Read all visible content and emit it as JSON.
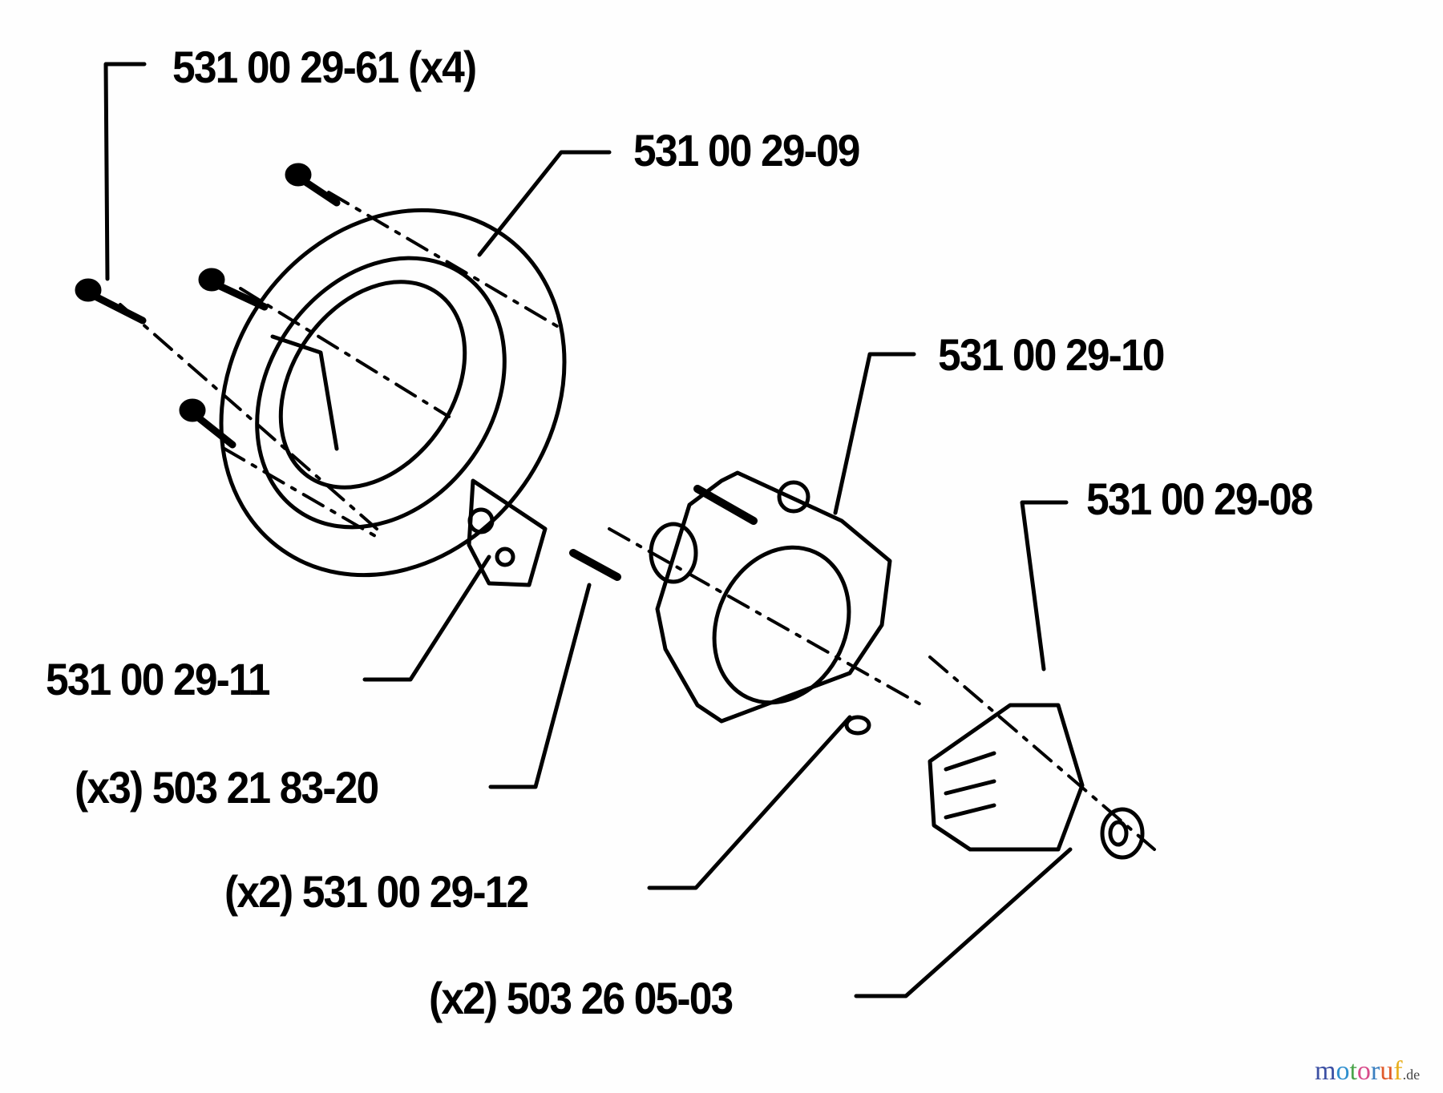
{
  "diagram": {
    "type": "exploded-parts-diagram",
    "parts": [
      {
        "id": "screws-top",
        "label": "531 00 29-61 (x4)"
      },
      {
        "id": "flywheel-cover",
        "label": "531 00 29-09"
      },
      {
        "id": "crankcase-half",
        "label": "531 00 29-10"
      },
      {
        "id": "crankcase-other-half",
        "label": "531 00 29-08"
      },
      {
        "id": "gasket",
        "label": "531 00 29-11"
      },
      {
        "id": "screws-x3",
        "label": "(x3) 503 21 83-20"
      },
      {
        "id": "pins-x2",
        "label": "(x2) 531 00 29-12"
      },
      {
        "id": "bearings-x2",
        "label": "(x2) 503 26 05-03"
      }
    ]
  },
  "watermark": {
    "letters": [
      "m",
      "o",
      "t",
      "o",
      "r",
      "u",
      "f"
    ],
    "colors": [
      "#3b4fa3",
      "#2f8fcf",
      "#4aa44a",
      "#d84a8a",
      "#3a7fc0",
      "#e05a2a",
      "#e8b020"
    ],
    "tld": ".de"
  }
}
